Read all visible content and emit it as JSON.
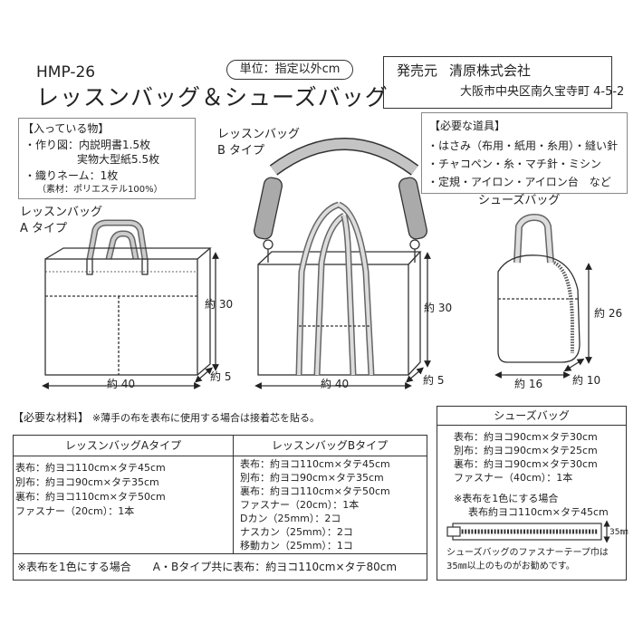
{
  "header": {
    "code": "HMP-26",
    "title": "レッスンバッグ＆シューズバッグ",
    "unit": "単位：指定以外cm"
  },
  "publisher": {
    "label": "発売元",
    "name": "清原株式会社",
    "address": "大阪市中央区南久宝寺町 4-5-2"
  },
  "contents": {
    "heading": "【入っている物】",
    "line1": "・作り図：内説明書1.5枚",
    "line2": "実物大型紙5.5枚",
    "line3": "・織りネーム：1枚",
    "line4": "（素材：ポリエステル100%）"
  },
  "tools": {
    "heading": "【必要な道具】",
    "line1": "・はさみ（布用・紙用・糸用）・縫い針",
    "line2": "・チャコペン・糸・マチ針・ミシン",
    "line3": "・定規・アイロン・アイロン台　など"
  },
  "bagA": {
    "name1": "レッスンバッグ",
    "name2": "A タイプ",
    "width": "約 40",
    "height": "約 30",
    "depth": "約 5"
  },
  "bagB": {
    "name1": "レッスンバッグ",
    "name2": "B タイプ",
    "width": "約 40",
    "height": "約 30",
    "depth": "約 5"
  },
  "shoes": {
    "name": "シューズバッグ",
    "width": "約 16",
    "height": "約 26",
    "depth": "約 10"
  },
  "materials": {
    "heading": "【必要な材料】",
    "note": "※薄手の布を表布に使用する場合は接着芯を貼る。",
    "colA": {
      "header": "レッスンバッグAタイプ",
      "items": [
        "表布：約ヨコ110cm×タテ45cm",
        "別布：約ヨコ90cm×タテ35cm",
        "裏布：約ヨコ110cm×タテ50cm",
        "ファスナー（20cm）：1本"
      ]
    },
    "colB": {
      "header": "レッスンバッグBタイプ",
      "items": [
        "表布：約ヨコ110cm×タテ45cm",
        "別布：約ヨコ90cm×タテ35cm",
        "裏布：約ヨコ110cm×タテ50cm",
        "ファスナー（20cm）：1本",
        "Dカン（25mm）：2コ",
        "ナスカン（25mm）：2コ",
        "移動カン（25mm）：1コ"
      ]
    },
    "footer": "※表布を1色にする場合　　A・Bタイプ共に表布：約ヨコ110cm×タテ80cm"
  },
  "shoesMaterials": {
    "header": "シューズバッグ",
    "items": [
      "表布：約ヨコ90cm×タテ30cm",
      "別布：約ヨコ90cm×タテ25cm",
      "裏布：約ヨコ90cm×タテ30cm",
      "ファスナー（40cm）：1本"
    ],
    "note1": "※表布を1色にする場合",
    "note2": "表布約ヨコ110cm×タテ45cm",
    "zipperSize": "35㎜",
    "zipNote1": "シューズバッグのファスナーテープ巾は",
    "zipNote2": "35㎜以上のものがお勧めです。"
  },
  "colors": {
    "ink": "#222222",
    "handleFill": "#a8a8a8",
    "line": "#333333"
  }
}
